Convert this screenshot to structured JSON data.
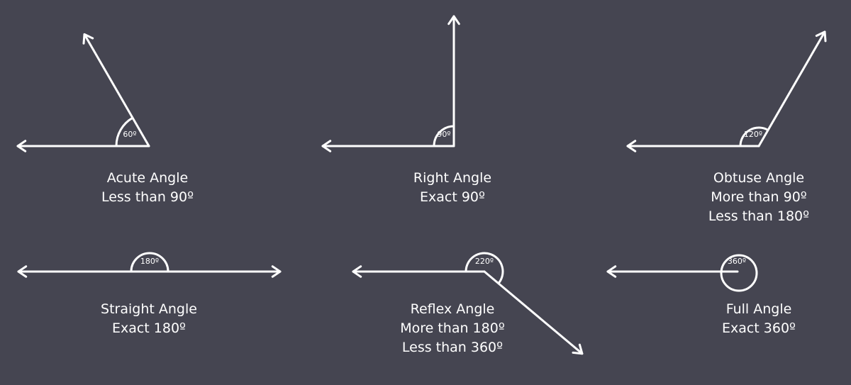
{
  "style": {
    "background": "#454551",
    "stroke": "#ffffff",
    "text": "#ffffff"
  },
  "angles": [
    {
      "id": "acute",
      "degrees": 60,
      "badge": "60º",
      "title": "Acute Angle",
      "lines": [
        "Less than 90º"
      ]
    },
    {
      "id": "right",
      "degrees": 90,
      "badge": "90º",
      "title": "Right Angle",
      "lines": [
        "Exact 90º"
      ]
    },
    {
      "id": "obtuse",
      "degrees": 120,
      "badge": "120º",
      "title": "Obtuse Angle",
      "lines": [
        "More than 90º",
        "Less than 180º"
      ]
    },
    {
      "id": "straight",
      "degrees": 180,
      "badge": "180º",
      "title": "Straight Angle",
      "lines": [
        "Exact 180º"
      ]
    },
    {
      "id": "reflex",
      "degrees": 220,
      "badge": "220º",
      "title": "Reflex Angle",
      "lines": [
        "More than 180º",
        "Less than 360º"
      ]
    },
    {
      "id": "full",
      "degrees": 360,
      "badge": "360º",
      "title": "Full Angle",
      "lines": [
        "Exact 360º"
      ]
    }
  ]
}
